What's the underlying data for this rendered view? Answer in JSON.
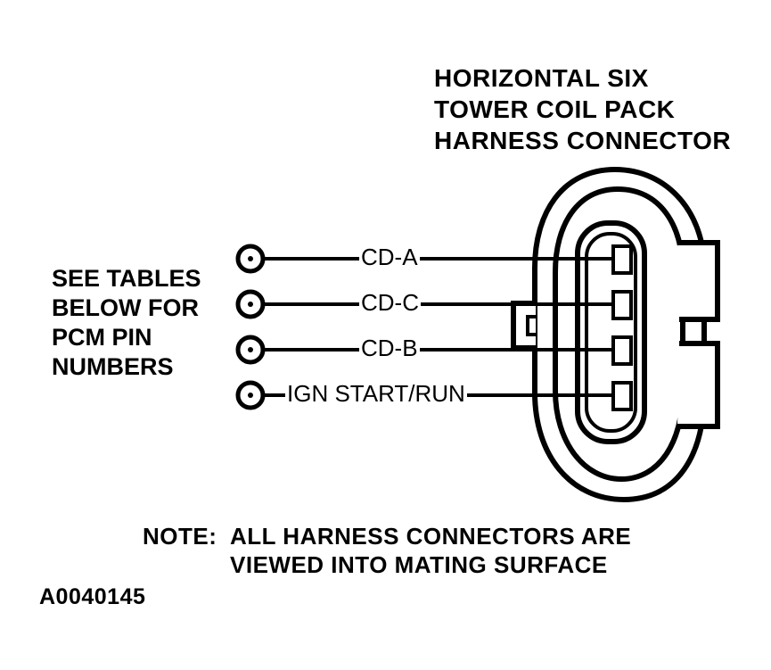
{
  "connector_title": [
    "HORIZONTAL SIX",
    "TOWER COIL PACK",
    "HARNESS CONNECTOR"
  ],
  "side_note": [
    "SEE TABLES",
    "BELOW FOR",
    "PCM PIN",
    "NUMBERS"
  ],
  "wires": [
    {
      "label": "CD-A"
    },
    {
      "label": "CD-C"
    },
    {
      "label": "CD-B"
    },
    {
      "label": "IGN START/RUN"
    }
  ],
  "note": {
    "prefix": "NOTE:",
    "line1": "ALL HARNESS CONNECTORS ARE",
    "line2": "VIEWED INTO MATING SURFACE"
  },
  "figure_id": "A0040145"
}
